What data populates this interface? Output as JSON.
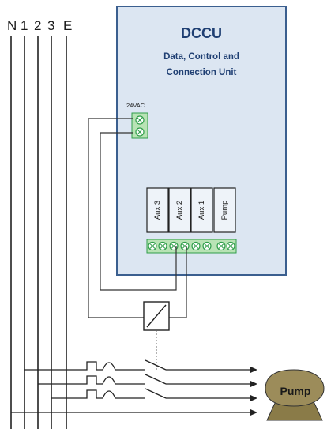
{
  "bus_labels": {
    "n": "N",
    "l1": "1",
    "l2": "2",
    "l3": "3",
    "e": "E"
  },
  "dccu": {
    "title": "DCCU",
    "subtitle_line1": "Data, Control and",
    "subtitle_line2": "Connection Unit",
    "supply_label": "24VAC",
    "fill_color": "#dce6f2",
    "border_color": "#3b5f8f"
  },
  "outputs": [
    {
      "label": "Aux 3"
    },
    {
      "label": "Aux 2"
    },
    {
      "label": "Aux 1"
    },
    {
      "label": "Pump"
    }
  ],
  "terminal": {
    "color": "#2f9e4a",
    "fill": "#b8e3b5"
  },
  "pump": {
    "label": "Pump",
    "body_color": "#9c8c5a",
    "icon": "pump-icon"
  },
  "icons": {
    "contactor": "contactor-icon",
    "fuse": "fuse-icon",
    "arrow": "arrow-icon"
  }
}
